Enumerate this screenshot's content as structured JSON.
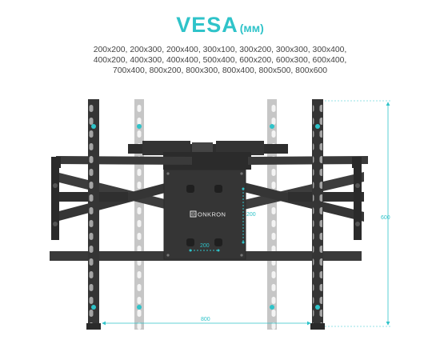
{
  "header": {
    "title": "VESA",
    "unit": "(мм)"
  },
  "vesa_sizes": [
    "200x200, 200x300, 200x400, 300x100, 300x200, 300x300, 300x400,",
    "400x200, 400x300, 400x400, 500x400, 600x200, 600x300, 600x400,",
    "700x400, 800x200, 800x300, 800x400, 800x500, 800x600"
  ],
  "dimensions": {
    "plate_height": "200",
    "plate_width": "200",
    "rail_span_width": "800",
    "rail_height": "600"
  },
  "brand": "ONKRON",
  "colors": {
    "accent": "#2fc3c9",
    "metal": "#3a3a3a",
    "metal_dark": "#262626",
    "ghost": "#bdbdbd"
  }
}
